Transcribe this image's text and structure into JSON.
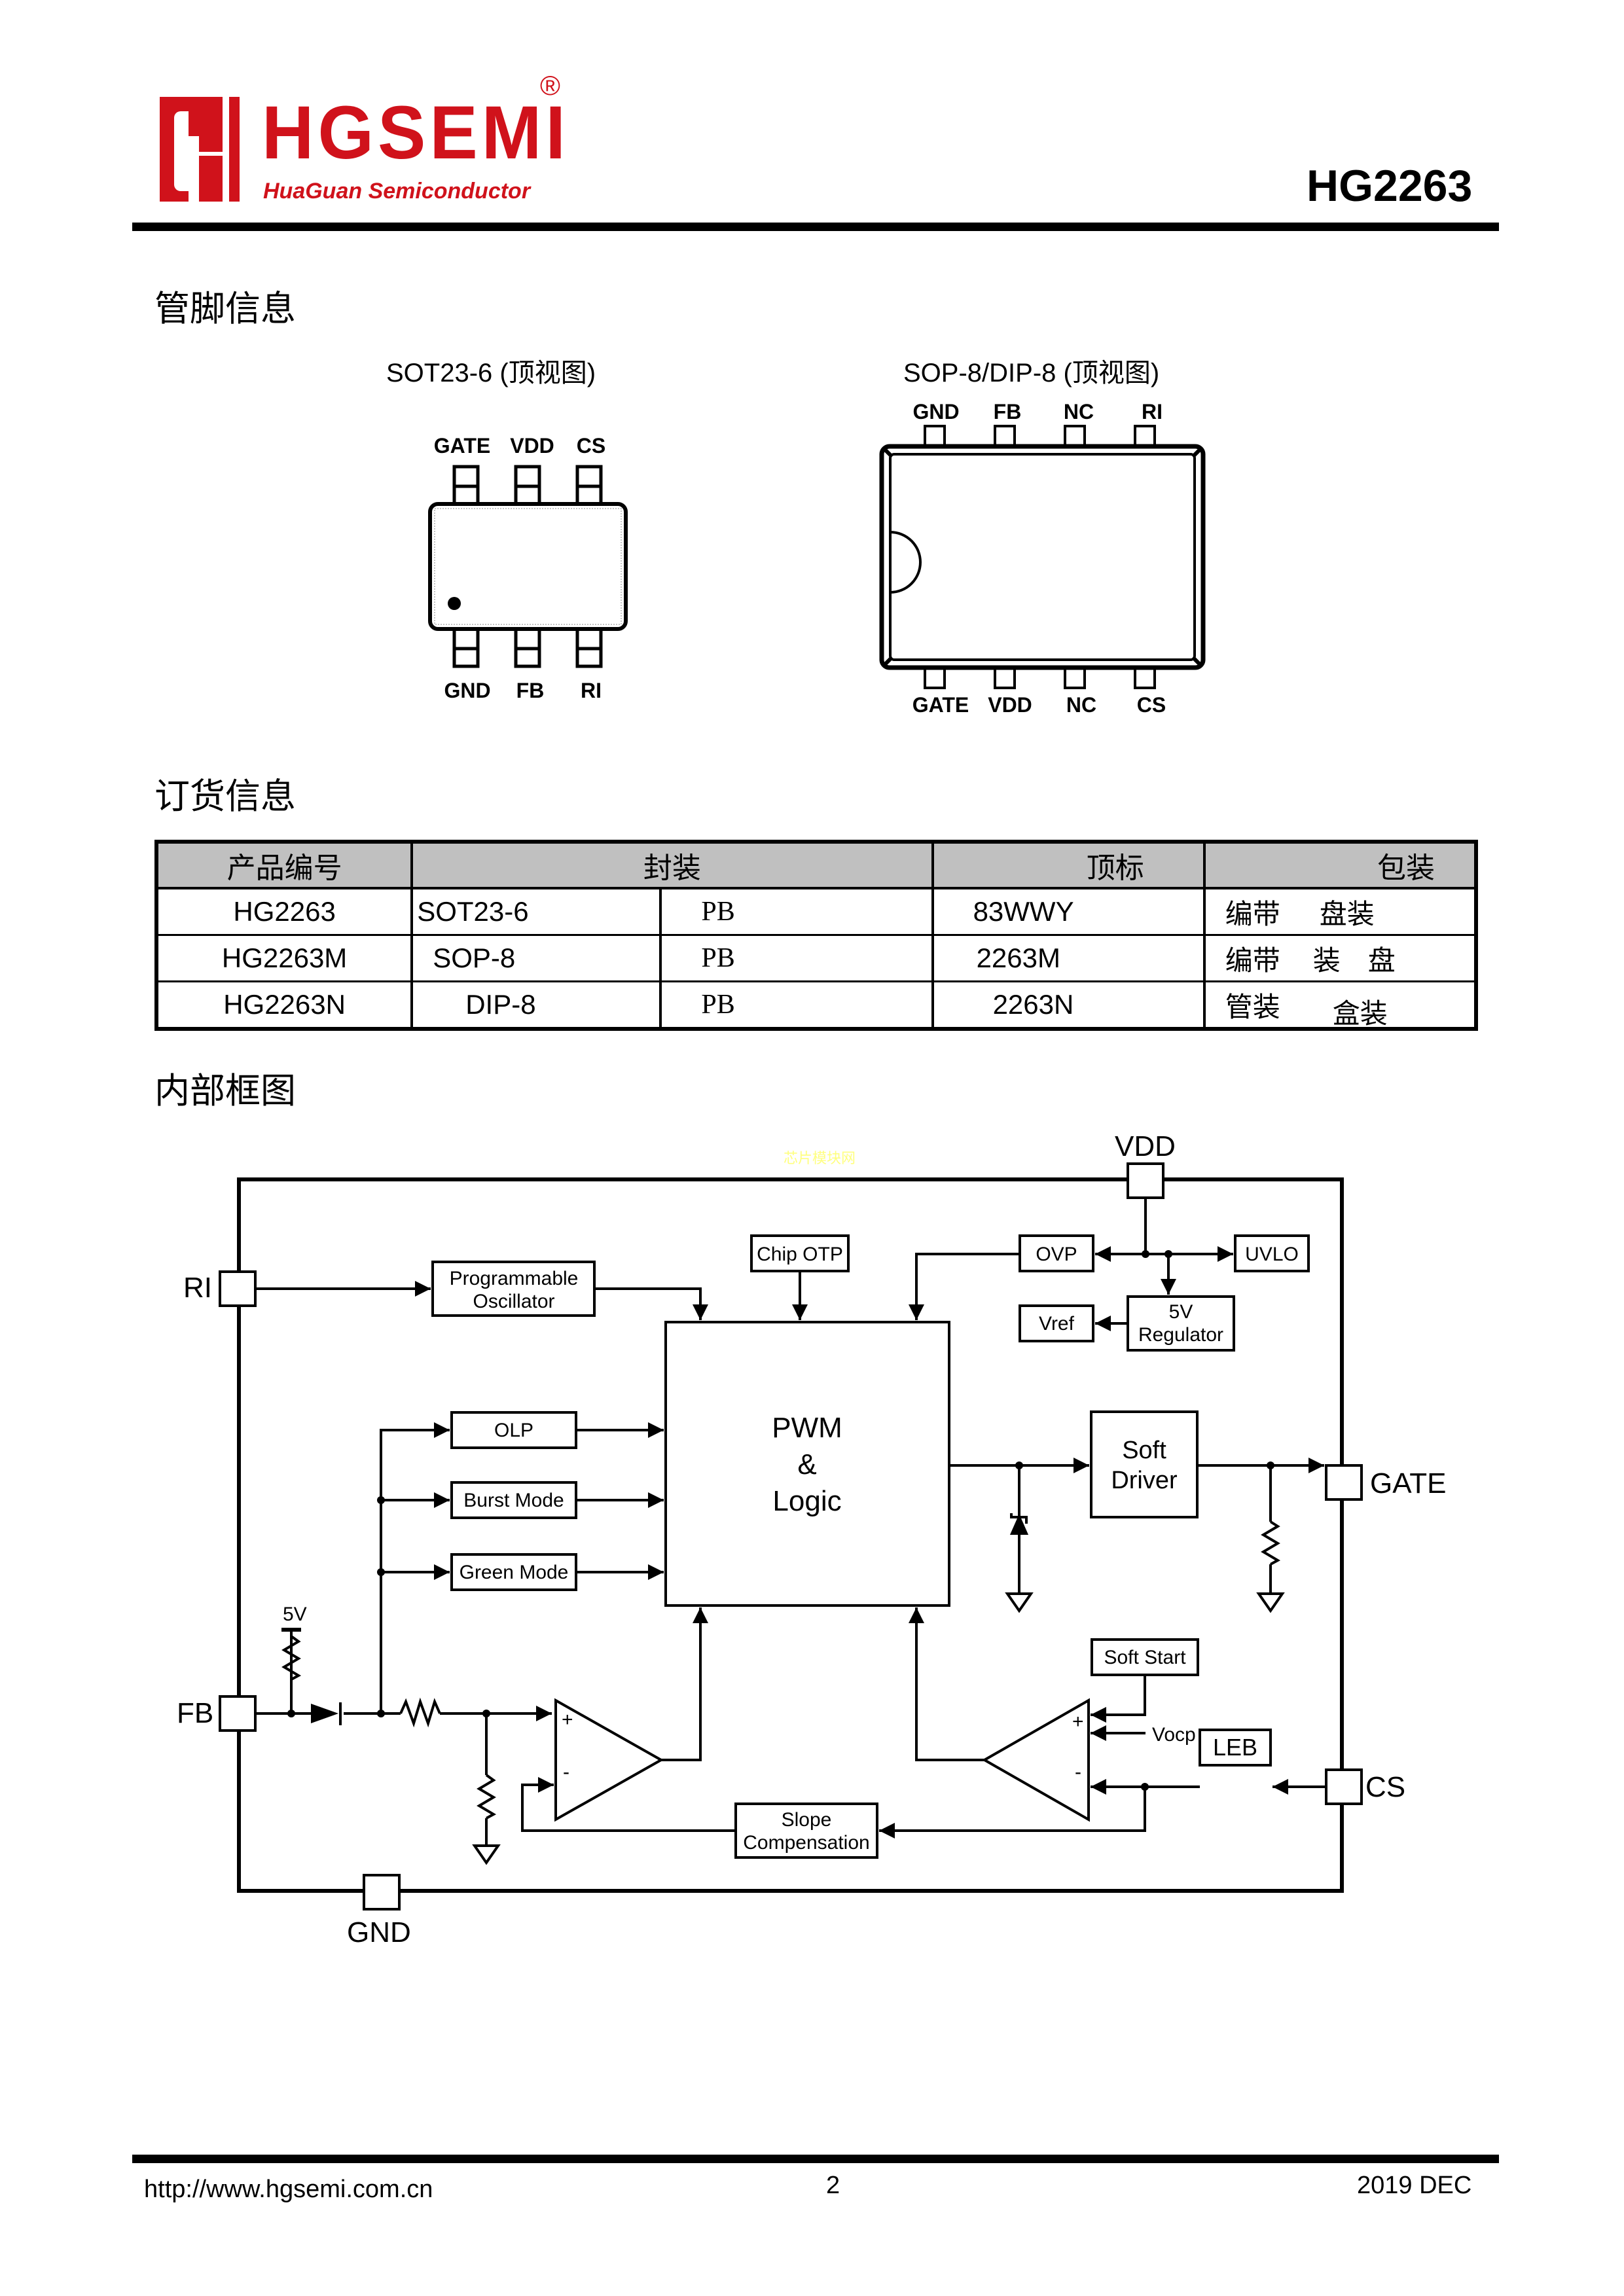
{
  "header": {
    "logo": {
      "brand": "HGSEMI",
      "subtitle": "HuaGuan Semiconductor",
      "registered_mark": "®",
      "color": "#d0121b"
    },
    "part_number": "HG2263"
  },
  "pin_info": {
    "title": "管脚信息",
    "sot23": {
      "label": "SOT23-6 (顶视图)",
      "top_pins": [
        "GATE",
        "VDD",
        "CS"
      ],
      "bottom_pins": [
        "GND",
        "FB",
        "RI"
      ]
    },
    "sop8": {
      "label": "SOP-8/DIP-8 (顶视图)",
      "top_pins": [
        "GND",
        "FB",
        "NC",
        "RI"
      ],
      "bottom_pins": [
        "GATE",
        "VDD",
        "NC",
        "CS"
      ]
    }
  },
  "ordering": {
    "title": "订货信息",
    "headers": [
      "产品编号",
      "封装",
      "顶标",
      "包装"
    ],
    "rows": [
      {
        "part": "HG2263",
        "package": "SOT23-6",
        "lead": "PB",
        "marking": "83WWY",
        "packing_a": "编带",
        "packing_b": "盘装"
      },
      {
        "part": "HG2263M",
        "package": "SOP-8",
        "lead": "PB",
        "marking": "2263M",
        "packing_a": "编带",
        "packing_b": "装　盘"
      },
      {
        "part": "HG2263N",
        "package": "DIP-8",
        "lead": "PB",
        "marking": "2263N",
        "packing_a": "管装",
        "packing_b": "盒装"
      }
    ]
  },
  "block_diagram": {
    "title": "内部框图",
    "watermark": "芯片模块网",
    "pins": {
      "vdd": "VDD",
      "ri": "RI",
      "fb": "FB",
      "gnd": "GND",
      "gate": "GATE",
      "cs": "CS"
    },
    "blocks": {
      "oscillator_line1": "Programmable",
      "oscillator_line2": "Oscillator",
      "chip_otp": "Chip OTP",
      "ovp": "OVP",
      "uvlo": "UVLO",
      "vref": "Vref",
      "regulator_line1": "5V",
      "regulator_line2": "Regulator",
      "olp": "OLP",
      "burst_mode": "Burst Mode",
      "green_mode": "Green Mode",
      "pwm_line1": "PWM",
      "pwm_line2": "&",
      "pwm_line3": "Logic",
      "soft_driver_line1": "Soft",
      "soft_driver_line2": "Driver",
      "soft_start": "Soft  Start",
      "leb": "LEB",
      "slope_line1": "Slope",
      "slope_line2": "Compensation"
    },
    "labels": {
      "fb_supply": "5V",
      "vocp": "Vocp",
      "plus": "+",
      "minus": "-"
    }
  },
  "footer": {
    "url": "http://www.hgsemi.com.cn",
    "page": "2",
    "date": "2019 DEC"
  }
}
